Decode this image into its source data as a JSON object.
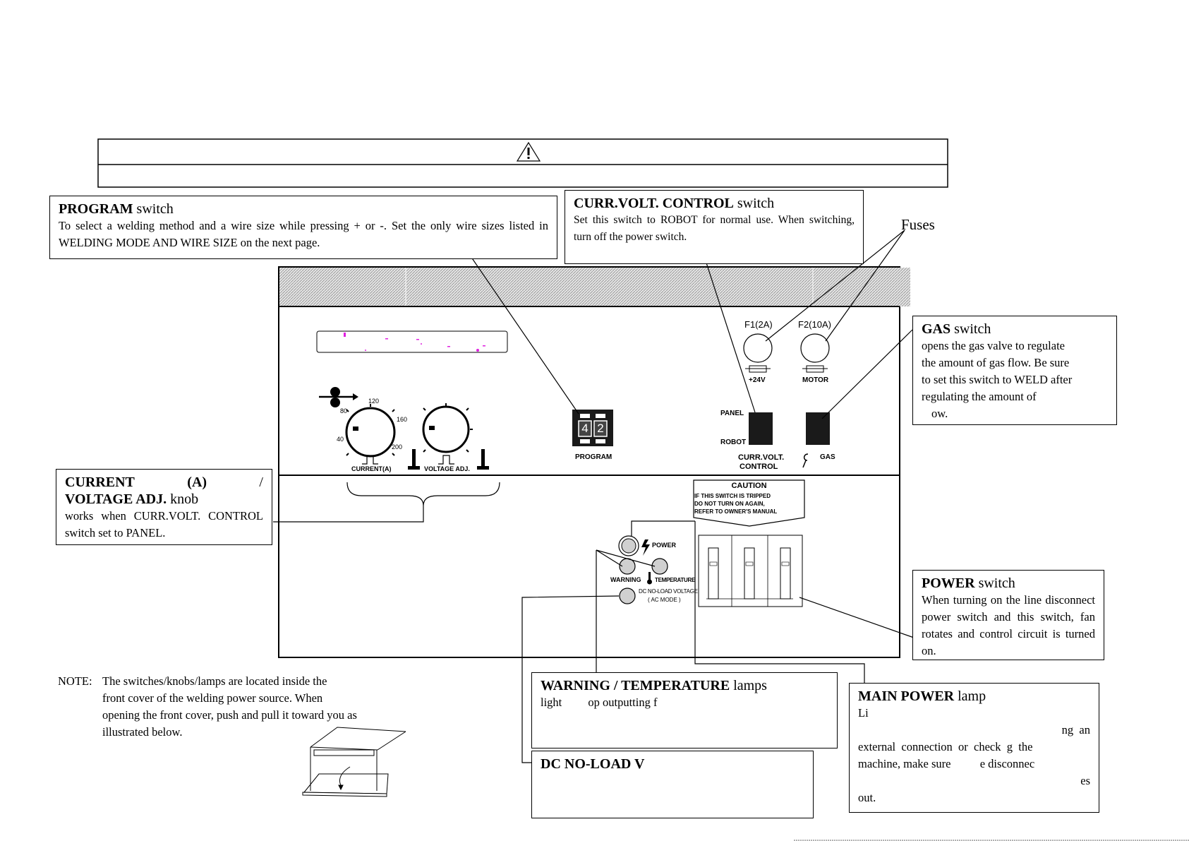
{
  "warning_banner": {
    "icon": "warning-triangle-icon"
  },
  "callouts": {
    "program": {
      "title": "PROGRAM",
      "suffix": " switch",
      "body": "To select a welding method and a wire size while pressing + or -. Set the only wire sizes listed in WELDING MODE AND WIRE SIZE on the next page."
    },
    "curr_volt": {
      "title": "CURR.VOLT. CONTROL",
      "suffix": " switch",
      "body": "Set this switch to ROBOT for normal use. When switching, turn off the power switch."
    },
    "fuses": {
      "label": "Fuses"
    },
    "gas": {
      "title": "GAS",
      "suffix": " switch",
      "body_lines": [
        "opens the gas valve to regulate",
        "the amount of gas flow. Be sure",
        "to set this switch to WELD after",
        "regulating the amount of",
        "ow."
      ]
    },
    "current_voltage": {
      "title_a": "CURRENT",
      "title_b": "(A)",
      "title_c": "/",
      "title_d": "VOLTAGE ADJ.",
      "suffix": " knob",
      "body": "works when CURR.VOLT. CONTROL switch set to PANEL."
    },
    "power": {
      "title": "POWER",
      "suffix": " switch",
      "body": "When turning on the line disconnect power switch and this switch, fan rotates and control circuit is turned on."
    },
    "warning_temp": {
      "title": "WARNING / TEMPERATURE",
      "suffix": " lamps",
      "body": "light         op outputting f"
    },
    "dc_noload": {
      "title": "DC NO-LOAD V"
    },
    "main_power": {
      "title": "MAIN POWER",
      "suffix": " lamp",
      "line1": "Li",
      "line2": "ng  an",
      "line3": "external  connection  or  check  g  the",
      "line4": "machine, make sure          e disconnec",
      "line5": "es",
      "line6": "out."
    }
  },
  "panel": {
    "fuse1": "F1(2A)",
    "fuse2": "F2(10A)",
    "fuse1_sub": "+24V",
    "fuse2_sub": "MOTOR",
    "panel_label": "PANEL",
    "robot_label": "ROBOT",
    "curr_volt_label": "CURR.VOLT.",
    "control_label": "CONTROL",
    "gas_label": "GAS",
    "program_label": "PROGRAM",
    "program_digit1": "4",
    "program_digit2": "2",
    "current_label": "CURRENT(A)",
    "voltage_label": "VOLTAGE  ADJ.",
    "current_ticks": [
      "40",
      "80",
      "120",
      "160",
      "200"
    ],
    "caution_title": "CAUTION",
    "caution_lines": [
      "IF THIS SWITCH IS TRIPPED",
      "DO NOT TURN ON AGAIN,",
      "REFER TO OWNER'S MANUAL"
    ],
    "power_label": "POWER",
    "warning_label": "WARNING",
    "temperature_label": "TEMPERATURE",
    "dc_label": "DC NO-LOAD VOLTAGE",
    "ac_label": "( AC MODE )"
  },
  "note": {
    "prefix": "NOTE:",
    "lines": [
      "The switches/knobs/lamps are located inside the",
      "front cover of the welding power source. When",
      "opening the front cover, push and pull it toward you as",
      "illustrated below."
    ]
  }
}
